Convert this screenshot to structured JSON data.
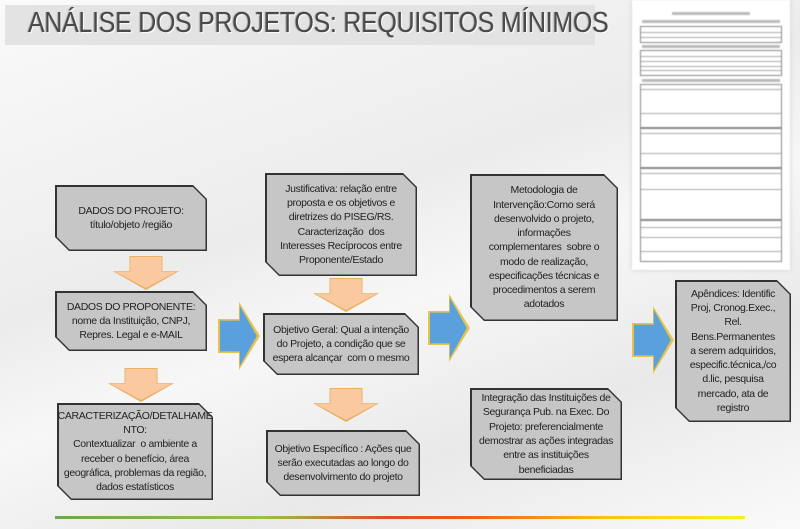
{
  "title": "ANÁLISE DOS PROJETOS: REQUISITOS MÍNIMOS",
  "boxes": {
    "dados_projeto": "DADOS DO PROJETO:\ntítulo/objeto /região",
    "dados_proponente": "DADOS DO PROPONENTE:\nnome da Instituição, CNPJ,\nRepres. Legal e e-MAIL",
    "caracterizacao": "CARACTERIZAÇÃO/DETALHAME\nNTO:\nContextualizar  o ambiente a\nreceber o benefício, área\ngeográfica, problemas da região,\ndados estatísticos",
    "justificativa": "Justificativa: relação entre\nproposta e os objetivos e\ndiretrizes do PISEG/RS.\nCaracterização  dos\nInteresses Recíprocos entre\nProponente/Estado",
    "objetivo_geral": "Objetivo Geral: Qual a intenção\ndo Projeto, a condição que se\nespera alcançar  com o mesmo",
    "objetivo_especifico": "Objetivo Específico : Ações que\nserão executadas ao longo do\ndesenvolvimento do projeto",
    "metodologia": "Metodologia de\nIntervenção:Como será\ndesenvolvido o projeto,\ninformações\ncomplementares  sobre o\nmodo de realização,\nespecificações técnicas e\nprocedimentos a serem\nadotados",
    "integracao": "Integração das Instituições de\nSegurança Pub. na Exec. Do\nProjeto: preferencialmente\ndemostrar as ações integradas\nentre as instituições\nbeneficiadas",
    "apendices": "Apêndices: Identific\nProj, Cronog.Exec.,\nRel.\nBens.Permanentes\na serem adquiridos,\nespecific.técnica,/co\nd.lic, pesquisa\nmercado, ata de\nregistro"
  },
  "colors": {
    "box": "#c6c6c6",
    "down_arrow": "#fbc9a0",
    "right_arrow": "#5aa0dc"
  }
}
